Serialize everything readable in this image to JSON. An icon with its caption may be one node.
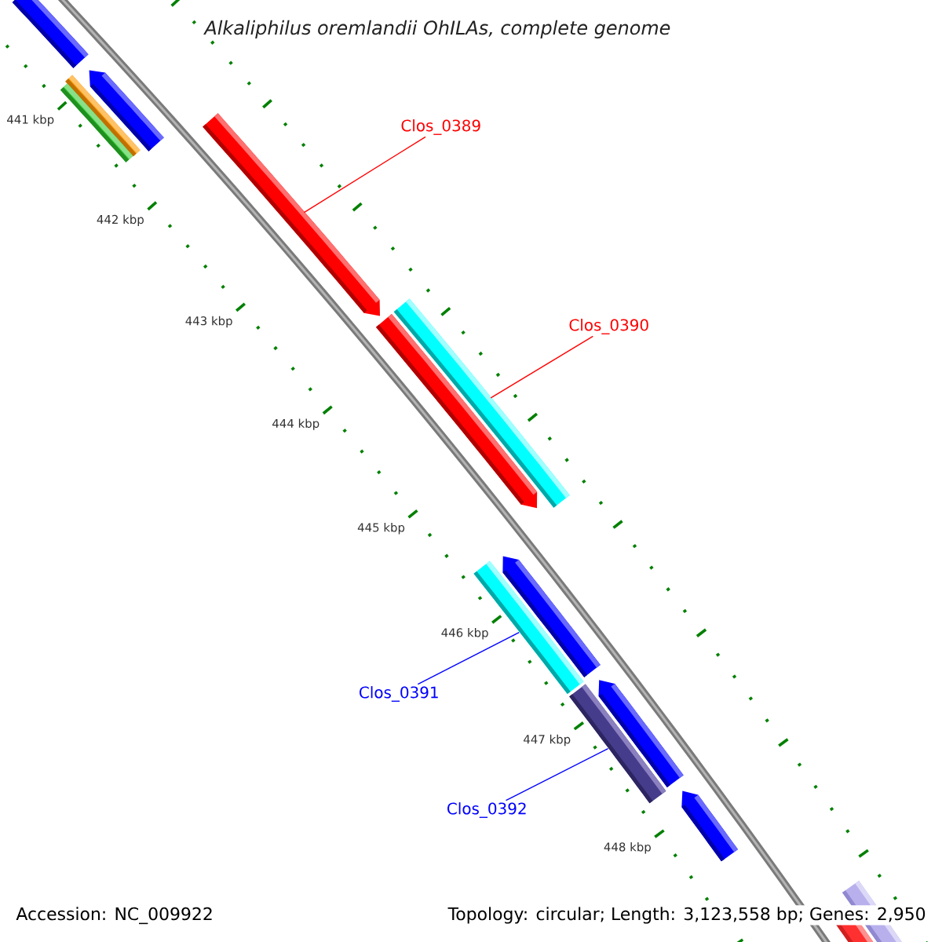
{
  "diagram": {
    "title": "Alkaliphilus oremlandii OhILAs, complete genome",
    "nodes": [
      {
        "text": [
          "Clos_0389"
        ]
      },
      {
        "text": [],
        "shape": "bar"
      },
      {
        "text": [
          "Clos_0390"
        ]
      },
      {
        "text": [],
        "shape": "bar"
      },
      {
        "text": [
          "Clos_0391"
        ]
      },
      {
        "text": [],
        "shape": "bar"
      },
      {
        "text": [
          "Clos_0392"
        ]
      },
      {
        "text": [],
        "shape": "bar"
      }
    ],
    "edges": [
      {
        "from": 0,
        "to": 1,
        "arrow": "none",
        "color": "#ff0000"
      },
      {
        "from": 2,
        "to": 3,
        "arrow": "none",
        "color": "#ff0000"
      },
      {
        "from": 4,
        "to": 5,
        "arrow": "none",
        "color": "#0000ff"
      },
      {
        "from": 6,
        "to": 7,
        "arrow": "none",
        "color": "#0000ff"
      }
    ],
    "labels": [
      "441 kbp",
      "442 kbp",
      "443 kbp",
      "444 kbp",
      "445 kbp",
      "446 kbp",
      "447 kbp",
      "448 kbp",
      "Accession: NC_009922",
      "Topology: circular; Length: 3,123,558 bp; Genes: 2,950"
    ]
  }
}
